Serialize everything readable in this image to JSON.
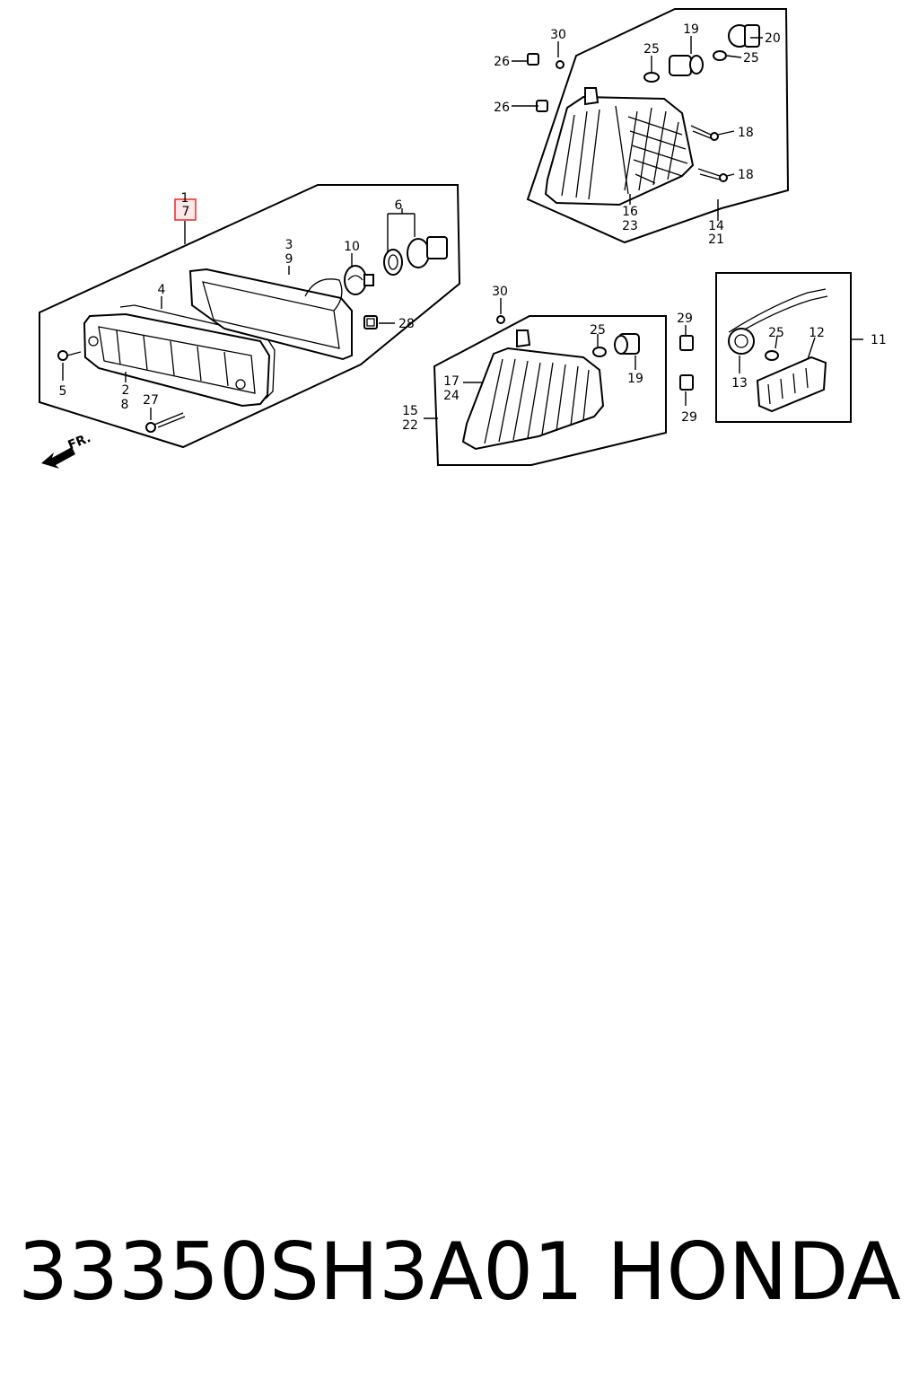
{
  "caption": {
    "part_number": "33350SH3A01",
    "brand": "HONDA"
  },
  "direction_arrow": "FR.",
  "highlight": {
    "part_number": "7"
  },
  "callouts": {
    "c1": "1",
    "c7": "7",
    "c3": "3",
    "c9": "9",
    "c10": "10",
    "c6": "6",
    "c4": "4",
    "c28": "28",
    "c5": "5",
    "c2": "2",
    "c8": "8",
    "c27": "27",
    "c30a": "30",
    "c26a": "26",
    "c26b": "26",
    "c25a": "25",
    "c19a": "19",
    "c20": "20",
    "c25b": "25",
    "c18a": "18",
    "c18b": "18",
    "c16": "16",
    "c23": "23",
    "c14": "14",
    "c21": "21",
    "c30b": "30",
    "c25c": "25",
    "c19b": "19",
    "c17": "17",
    "c24": "24",
    "c15": "15",
    "c22": "22",
    "c29a": "29",
    "c29b": "29",
    "c11": "11",
    "c25d": "25",
    "c12": "12",
    "c13": "13"
  }
}
